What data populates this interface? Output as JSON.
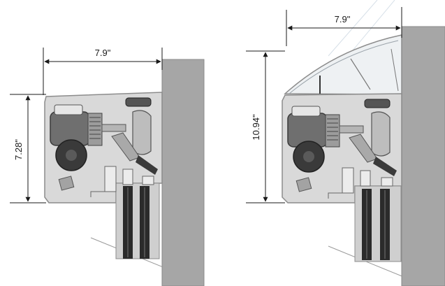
{
  "diagrams": [
    {
      "width_label": "7.9\"",
      "height_label": "7.28\""
    },
    {
      "width_label": "7.9\"",
      "height_label": "10.94\""
    }
  ],
  "colors": {
    "wall": "#a6a6a6",
    "wall_edge": "#8a8a8a",
    "housing": "#d9d9d9",
    "housing_edge": "#8c8c8c",
    "motor": "#6f6f6f",
    "motor_dark": "#3a3a3a",
    "rail": "#2b2b2b",
    "dimension_line": "#1a1a1a",
    "cover": "#e8ecef",
    "accent_lines": "#c7d4df"
  }
}
